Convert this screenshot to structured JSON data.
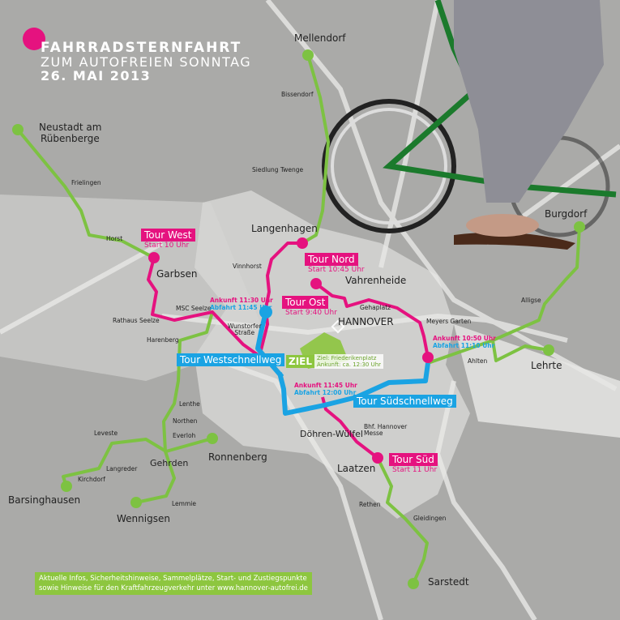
{
  "title": {
    "line1": "FAHRRADSTERNFAHRT",
    "line2": "ZUM AUTOFREIEN SONNTAG",
    "line3": "26. MAI 2013"
  },
  "colors": {
    "pink": "#e5127f",
    "blue": "#1aa3e3",
    "green": "#8dc63f",
    "background": "#a9a9a7"
  },
  "towns": {
    "mellendorf": "Mellendorf",
    "bissendorf": "Bissendorf",
    "neustadt": "Neustadt am",
    "neustadt2": "Rübenberge",
    "frielingen": "Frielingen",
    "siedlung": "Siedlung Twenge",
    "horst": "Horst",
    "garbsen": "Garbsen",
    "langenhagen": "Langenhagen",
    "vinnhorst": "Vinnhorst",
    "vahrenheide": "Vahrenheide",
    "burgdorf": "Burgdorf",
    "mscseelze": "MSC Seelze",
    "rathausseelze": "Rathaus Seelze",
    "harenberg": "Harenberg",
    "wunstorfer": "Wunstorfer",
    "wunstorfer2": "Straße",
    "gehaplatz": "Gehaplatz",
    "hannover": "HANNOVER",
    "meyersgarten": "Meyers Garten",
    "alligse": "Alligse",
    "ahlten": "Ahlten",
    "lehrte": "Lehrte",
    "lenthe": "Lenthe",
    "northen": "Northen",
    "everloh": "Everloh",
    "leveste": "Leveste",
    "gehrden": "Gehrden",
    "ronnenberg": "Ronnenberg",
    "langreder": "Langreder",
    "kirchdorf": "Kirchdorf",
    "barsinghausen": "Barsinghausen",
    "wennigsen": "Wennigsen",
    "lemmie": "Lemmie",
    "doehren": "Döhren-Wülfel",
    "messe1": "Bhf. Hannover",
    "messe2": "Messe",
    "laatzen": "Laatzen",
    "rethen": "Rethen",
    "gleidingen": "Gleidingen",
    "sarstedt": "Sarstedt"
  },
  "tours": {
    "west": {
      "name": "Tour West",
      "start": "Start 10 Uhr"
    },
    "nord": {
      "name": "Tour Nord",
      "start": "Start 10:45 Uhr"
    },
    "ost": {
      "name": "Tour Ost",
      "start": "Start 9:40 Uhr"
    },
    "sued": {
      "name": "Tour Süd",
      "start": "Start 11 Uhr"
    },
    "westschnellweg": {
      "name": "Tour Westschnellweg"
    },
    "suedschnellweg": {
      "name": "Tour Südschnellweg"
    }
  },
  "stops": {
    "seelze": {
      "arrival": "Ankunft 11:30 Uhr",
      "departure": "Abfahrt 11:45 Uhr"
    },
    "ost": {
      "arrival": "Ankunft 10:50 Uhr",
      "departure": "Abfahrt 11:10 Uhr"
    },
    "sued": {
      "arrival": "Ankunft 11:45 Uhr",
      "departure": "Abfahrt 12:00 Uhr"
    }
  },
  "ziel": {
    "label": "ZIEL",
    "place": "Ziel: Friederikenplatz",
    "arrival": "Ankunft: ca. 12:30 Uhr"
  },
  "info": {
    "line1": "Aktuelle Infos, Sicherheitshinweise, Sammelplätze, Start- und Zustiegspunkte",
    "line2": "sowie Hinweise für den Kraftfahrzeugverkehr unter www.hannover-autofrei.de"
  }
}
